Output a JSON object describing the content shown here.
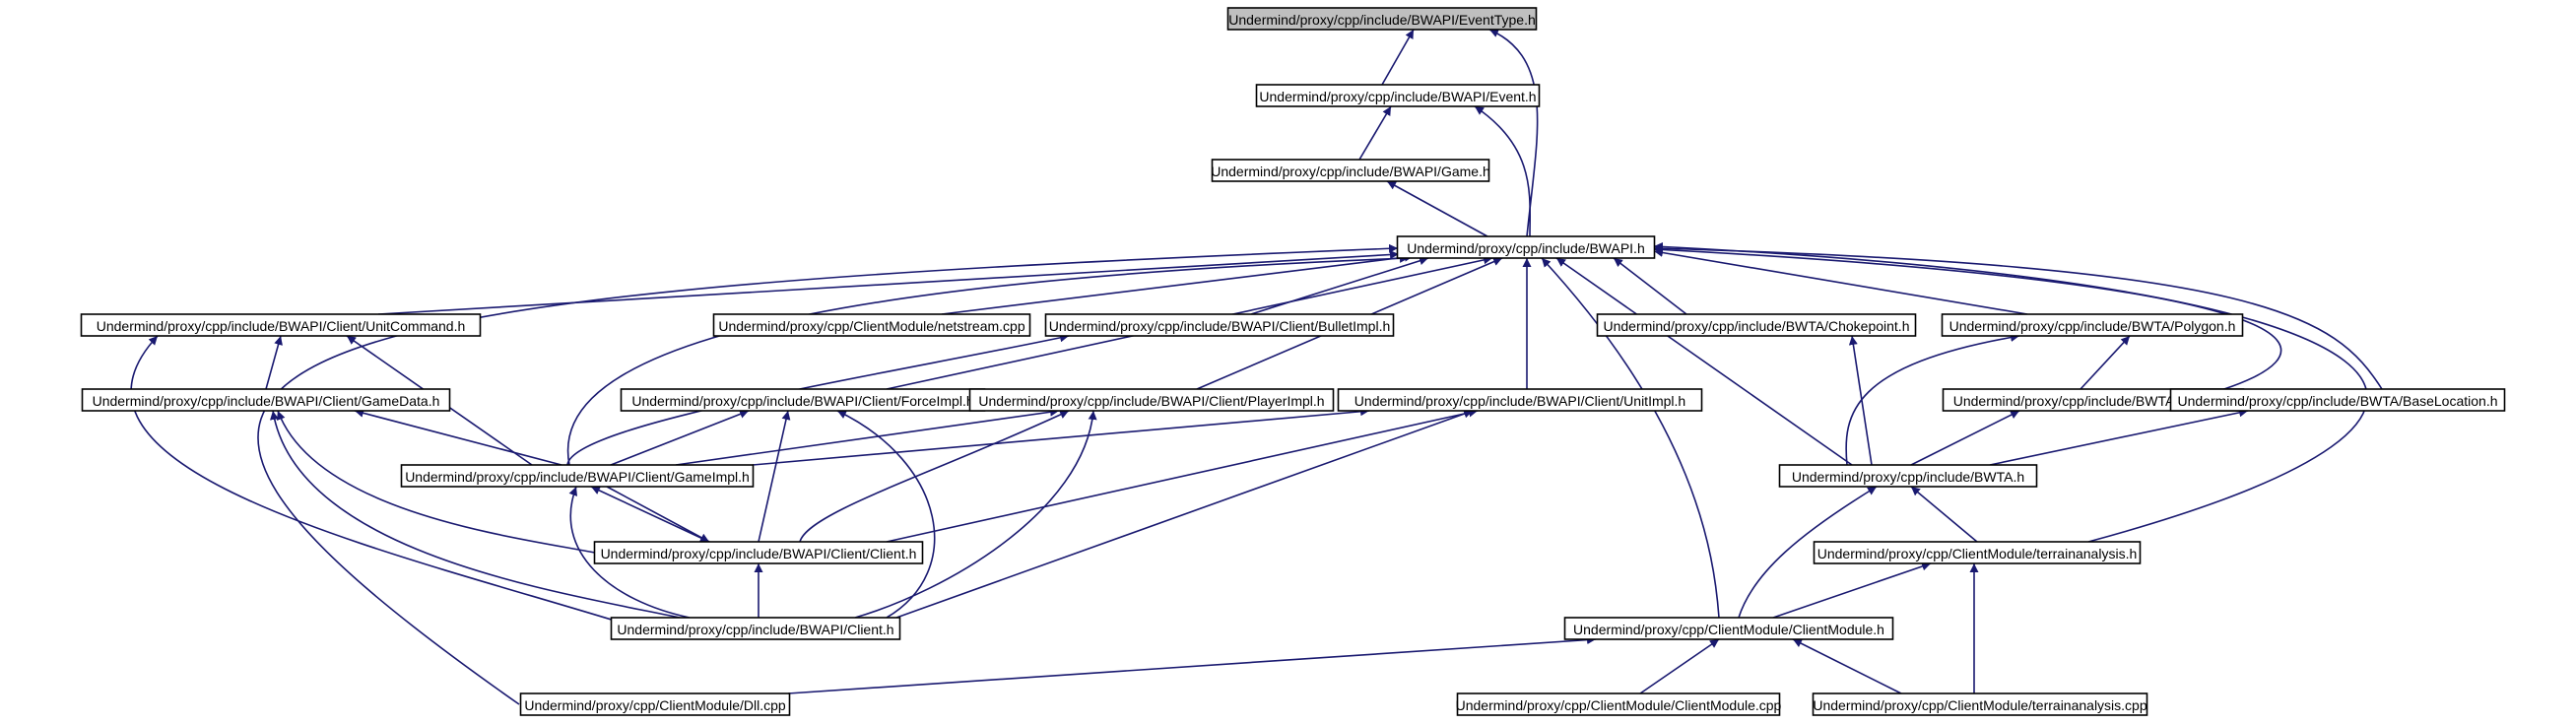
{
  "colors": {
    "edge": "#191970",
    "root_fill": "#bfbfbf",
    "node_fill": "#ffffff",
    "node_border": "#000000"
  },
  "nodes": [
    {
      "id": "eventtype",
      "label": "Undermind/proxy/cpp/include/BWAPI/EventType.h",
      "root": true
    },
    {
      "id": "event",
      "label": "Undermind/proxy/cpp/include/BWAPI/Event.h"
    },
    {
      "id": "game",
      "label": "Undermind/proxy/cpp/include/BWAPI/Game.h"
    },
    {
      "id": "bwapi",
      "label": "Undermind/proxy/cpp/include/BWAPI.h"
    },
    {
      "id": "unitcommand",
      "label": "Undermind/proxy/cpp/include/BWAPI/Client/UnitCommand.h"
    },
    {
      "id": "netstream",
      "label": "Undermind/proxy/cpp/ClientModule/netstream.cpp"
    },
    {
      "id": "bulletimpl",
      "label": "Undermind/proxy/cpp/include/BWAPI/Client/BulletImpl.h"
    },
    {
      "id": "chokepoint",
      "label": "Undermind/proxy/cpp/include/BWTA/Chokepoint.h"
    },
    {
      "id": "polygon",
      "label": "Undermind/proxy/cpp/include/BWTA/Polygon.h"
    },
    {
      "id": "gamedata",
      "label": "Undermind/proxy/cpp/include/BWAPI/Client/GameData.h"
    },
    {
      "id": "forceimpl",
      "label": "Undermind/proxy/cpp/include/BWAPI/Client/ForceImpl.h"
    },
    {
      "id": "playerimpl",
      "label": "Undermind/proxy/cpp/include/BWAPI/Client/PlayerImpl.h"
    },
    {
      "id": "unitimpl",
      "label": "Undermind/proxy/cpp/include/BWAPI/Client/UnitImpl.h"
    },
    {
      "id": "region",
      "label": "Undermind/proxy/cpp/include/BWTA/Region.h"
    },
    {
      "id": "baselocation",
      "label": "Undermind/proxy/cpp/include/BWTA/BaseLocation.h"
    },
    {
      "id": "gameimpl",
      "label": "Undermind/proxy/cpp/include/BWAPI/Client/GameImpl.h"
    },
    {
      "id": "bwta",
      "label": "Undermind/proxy/cpp/include/BWTA.h"
    },
    {
      "id": "clienth",
      "label": "Undermind/proxy/cpp/include/BWAPI/Client/Client.h"
    },
    {
      "id": "terrainh",
      "label": "Undermind/proxy/cpp/ClientModule/terrainanalysis.h"
    },
    {
      "id": "client",
      "label": "Undermind/proxy/cpp/include/BWAPI/Client.h"
    },
    {
      "id": "clientmoduleh",
      "label": "Undermind/proxy/cpp/ClientModule/ClientModule.h"
    },
    {
      "id": "dll",
      "label": "Undermind/proxy/cpp/ClientModule/Dll.cpp"
    },
    {
      "id": "clientmodulecpp",
      "label": "Undermind/proxy/cpp/ClientModule/ClientModule.cpp"
    },
    {
      "id": "terraincpp",
      "label": "Undermind/proxy/cpp/ClientModule/terrainanalysis.cpp"
    }
  ],
  "edges": [
    [
      "eventtype",
      "event"
    ],
    [
      "eventtype",
      "bwapi"
    ],
    [
      "event",
      "game"
    ],
    [
      "event",
      "bwapi"
    ],
    [
      "game",
      "bwapi"
    ],
    [
      "bwapi",
      "unitcommand"
    ],
    [
      "bwapi",
      "netstream"
    ],
    [
      "bwapi",
      "bulletimpl"
    ],
    [
      "bwapi",
      "chokepoint"
    ],
    [
      "bwapi",
      "polygon"
    ],
    [
      "bwapi",
      "forceimpl"
    ],
    [
      "bwapi",
      "playerimpl"
    ],
    [
      "bwapi",
      "unitimpl"
    ],
    [
      "bwapi",
      "region"
    ],
    [
      "bwapi",
      "baselocation"
    ],
    [
      "bwapi",
      "gameimpl"
    ],
    [
      "bwapi",
      "bwta"
    ],
    [
      "bwapi",
      "terrainh"
    ],
    [
      "bwapi",
      "clientmoduleh"
    ],
    [
      "bwapi",
      "dll"
    ],
    [
      "unitcommand",
      "gamedata"
    ],
    [
      "unitcommand",
      "gameimpl"
    ],
    [
      "unitcommand",
      "client"
    ],
    [
      "gamedata",
      "gameimpl"
    ],
    [
      "gamedata",
      "clienth"
    ],
    [
      "gamedata",
      "client"
    ],
    [
      "bulletimpl",
      "gameimpl"
    ],
    [
      "forceimpl",
      "gameimpl"
    ],
    [
      "forceimpl",
      "clienth"
    ],
    [
      "forceimpl",
      "client"
    ],
    [
      "playerimpl",
      "gameimpl"
    ],
    [
      "playerimpl",
      "clienth"
    ],
    [
      "playerimpl",
      "client"
    ],
    [
      "unitimpl",
      "gameimpl"
    ],
    [
      "unitimpl",
      "clienth"
    ],
    [
      "unitimpl",
      "client"
    ],
    [
      "gameimpl",
      "clienth"
    ],
    [
      "gameimpl",
      "client"
    ],
    [
      "clienth",
      "gameimpl"
    ],
    [
      "clienth",
      "client"
    ],
    [
      "chokepoint",
      "bwta"
    ],
    [
      "polygon",
      "region"
    ],
    [
      "polygon",
      "bwta"
    ],
    [
      "region",
      "bwta"
    ],
    [
      "baselocation",
      "bwta"
    ],
    [
      "bwta",
      "terrainh"
    ],
    [
      "bwta",
      "clientmoduleh"
    ],
    [
      "terrainh",
      "clientmoduleh"
    ],
    [
      "terrainh",
      "terraincpp"
    ],
    [
      "clientmoduleh",
      "dll"
    ],
    [
      "clientmoduleh",
      "clientmodulecpp"
    ],
    [
      "clientmoduleh",
      "terraincpp"
    ]
  ]
}
